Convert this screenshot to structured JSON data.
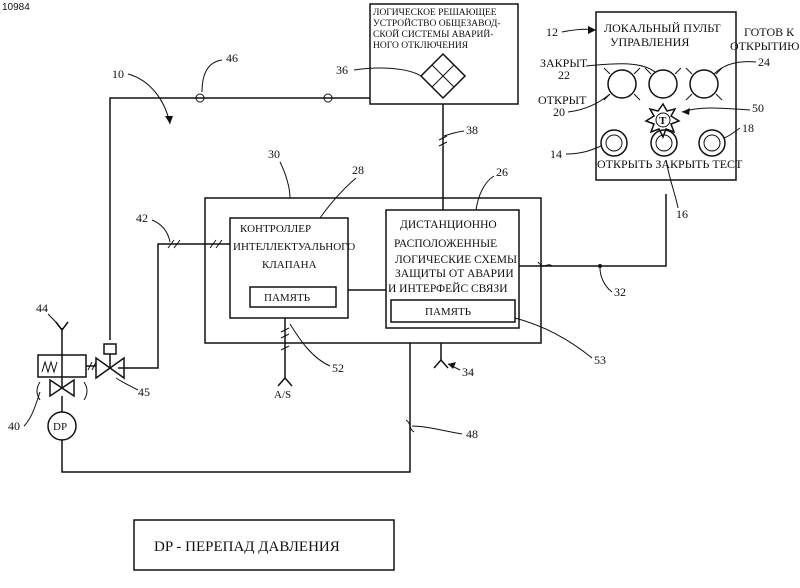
{
  "page_id": "10984",
  "legend": {
    "text": "DP - ПЕРЕПАД ДАВЛЕНИЯ"
  },
  "boxes": {
    "logic_solver": [
      "ЛОГИЧЕСКОЕ РЕШАЮЩЕЕ",
      "УСТРОЙСТВО ОБЩЕЗАВОД-",
      "СКОЙ СИСТЕМЫ АВАРИЙ-",
      "НОГО ОТКЛЮЧЕНИЯ"
    ],
    "local_panel": [
      "ЛОКАЛЬНЫЙ ПУЛЬТ",
      "УПРАВЛЕНИЯ"
    ],
    "valve_controller": [
      "КОНТРОЛЛЕР",
      "ИНТЕЛЛЕКТУАЛЬНОГО",
      "КЛАПАНА"
    ],
    "controller_memory": "ПАМЯТЬ",
    "remote_logic": [
      "ДИСТАНЦИОННО",
      "РАСПОЛОЖЕННЫЕ",
      "ЛОГИЧЕСКИЕ СХЕМЫ",
      "ЗАЩИТЫ ОТ АВАРИИ",
      "И ИНТЕРФЕЙС СВЯЗИ"
    ],
    "remote_memory": "ПАМЯТЬ"
  },
  "panel_labels": {
    "closed": [
      "ЗАКРЫТ",
      "22"
    ],
    "open_lamp": [
      "ОТКРЫТ",
      "20"
    ],
    "ready": [
      "ГОТОВ К",
      "ОТКРЫТИЮ"
    ],
    "buttons": "ОТКРЫТЬ ЗАКРЫТЬ ТЕСТ",
    "test_symbol": "T"
  },
  "dp_symbol": "DP",
  "as_label": "A/S",
  "refs": {
    "r10": "10",
    "r12": "12",
    "r14": "14",
    "r16": "16",
    "r18": "18",
    "r24": "24",
    "r26": "26",
    "r28": "28",
    "r30": "30",
    "r32": "32",
    "r34": "34",
    "r36": "36",
    "r38": "38",
    "r40": "40",
    "r42": "42",
    "r44": "44",
    "r45": "45",
    "r46": "46",
    "r48": "48",
    "r50": "50",
    "r52": "52",
    "r53": "53"
  }
}
